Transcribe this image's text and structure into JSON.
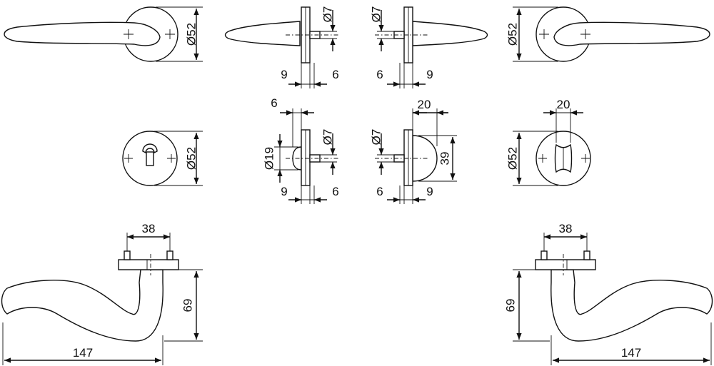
{
  "dimensions": {
    "rose_diameter": "Ø52",
    "spindle_diameter": "Ø7",
    "rose_thickness": "9",
    "spindle_offset": "6",
    "turn_knob_diameter": "Ø19",
    "turn_offset": "6",
    "thumb_turn_width": "20",
    "thumb_turn_height": "39",
    "fixing_spacing": "38",
    "lever_height": "69",
    "lever_length": "147"
  }
}
